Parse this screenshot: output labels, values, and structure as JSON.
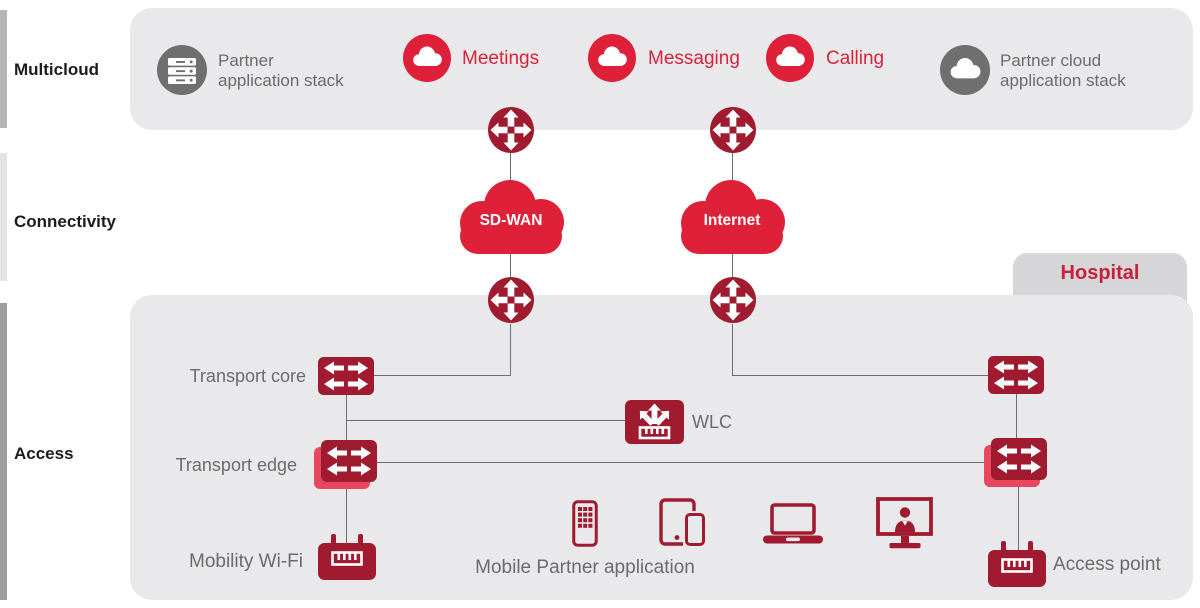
{
  "palette": {
    "dark_red": "#A01B30",
    "bright_red": "#DE2038",
    "edge_shadow_red": "#E9475F",
    "band_gray": "#E9E9EB",
    "tab_gray": "#D6D6D8",
    "icon_gray": "#6F6F6F",
    "label_gray": "#6B6B6B",
    "red_text": "#D8233B",
    "connector_gray": "#6E6E6E"
  },
  "rails": [
    {
      "label": "Multicloud"
    },
    {
      "label": "Connectivity"
    },
    {
      "label": "Access"
    }
  ],
  "multicloud": {
    "partner_app_stack_line1": "Partner",
    "partner_app_stack_line2": "application stack",
    "meetings": "Meetings",
    "messaging": "Messaging",
    "calling": "Calling",
    "partner_cloud_line1": "Partner cloud",
    "partner_cloud_line2": "application stack"
  },
  "connectivity": {
    "sdwan": "SD-WAN",
    "internet": "Internet"
  },
  "access": {
    "hospital": "Hospital",
    "transport_core": "Transport core",
    "transport_edge": "Transport edge",
    "wlc": "WLC",
    "mobility_wifi": "Mobility Wi-Fi",
    "mobile_partner_application": "Mobile Partner application",
    "access_point": "Access point"
  }
}
